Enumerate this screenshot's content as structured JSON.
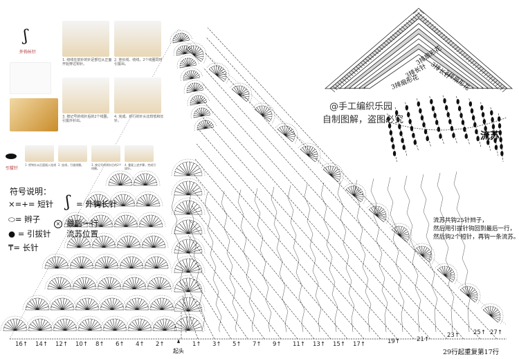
{
  "watermark": {
    "line1": "@手工编织乐园",
    "line2": "自制图解，盗图必究"
  },
  "inset_top_left": {
    "symbol_label": "外钩长针",
    "symbol_glyph": "ʃ",
    "steps": [
      "1. 绕线在前针的针足部位从正面开始穿过钩针。",
      "2. 挂长线、绕线，2个线圈同时引拔出。",
      "3. 按记号的线针后的2个线圈，引拔外针出。",
      "4. 完成。织行的针头比较低和长针。"
    ],
    "slip_label": "引拔针",
    "slip_steps": [
      "1. 把钩针从后面插入挂线",
      "2. 挂线，引拔线圈。",
      "3. 按记号的线针后的2个线圈。",
      "4. 重复上述步骤，完成引拔针。"
    ]
  },
  "wedge_diagram": {
    "label_a": "3排扇形花",
    "label_b": "3排长针",
    "label_c": "3排扇形花",
    "label_d": "3排长针",
    "label_e": "3排扇形花"
  },
  "tassel": {
    "title": "流苏",
    "note_line1": "流苏共钩25针辫子，",
    "note_line2": "然后用引拔针钩回到最后一行，",
    "note_line3": "然后钩2个短针，再钩一条流苏。"
  },
  "legend": {
    "title": "符号说明：",
    "sc": "×=+= 短针",
    "ch": "⬭= 辫子",
    "sl": "● = 引拔针",
    "dc": "₸= 长针",
    "fpdc": "= 外钩长针",
    "tassel_pos_line1": "最后一行",
    "tassel_pos_line2": "流苏位置"
  },
  "bottom": {
    "start": "起头",
    "left_rows": [
      "16↑",
      "14↑",
      "12↑",
      "10↑",
      "8↑",
      "6↑",
      "4↑",
      "2↑"
    ],
    "right_rows": [
      "1↑",
      "3↑",
      "5↑",
      "7↑",
      "9↑",
      "11↑",
      "13↑",
      "15↑",
      "17↑"
    ],
    "outer_right_rows": [
      "19↑",
      "21↑",
      "23↑",
      "25↑",
      "27↑"
    ],
    "repeat_note": "29行起重复第17行"
  },
  "colors": {
    "ink": "#222222",
    "yarn": "#e8b95a",
    "yarn_dark": "#c98c2a",
    "hook": "#8fb6c9"
  }
}
